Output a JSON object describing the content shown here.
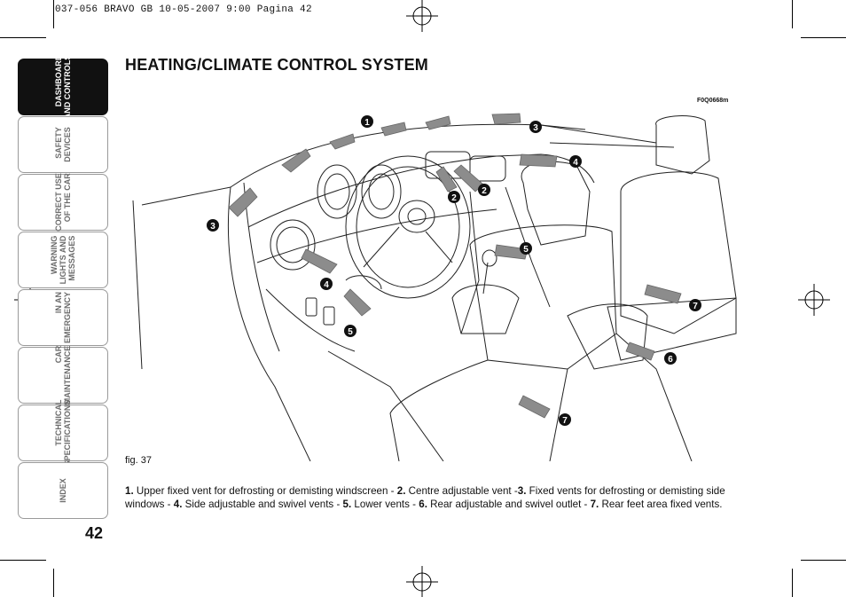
{
  "printer_header": "037-056 BRAVO GB   10-05-2007   9:00   Pagina 42",
  "tabs": [
    {
      "label": "DASHBOARD\nAND CONTROLS",
      "active": true
    },
    {
      "label": "SAFETY\nDEVICES",
      "active": false
    },
    {
      "label": "CORRECT USE\nOF THE CAR",
      "active": false
    },
    {
      "label": "WARNING\nLIGHTS AND\nMESSAGES",
      "active": false
    },
    {
      "label": "IN AN\nEMERGENCY",
      "active": false
    },
    {
      "label": "CAR\nMAINTENANCE",
      "active": false
    },
    {
      "label": "TECHNICAL\nSPECIFICATIONS",
      "active": false
    },
    {
      "label": "INDEX",
      "active": false
    }
  ],
  "page_number": "42",
  "title": "HEATING/CLIMATE CONTROL SYSTEM",
  "figure": {
    "code": "F0Q0668m",
    "caption": "fig. 37",
    "callouts": [
      "1",
      "2",
      "2",
      "3",
      "3",
      "4",
      "4",
      "5",
      "5",
      "6",
      "7",
      "7"
    ]
  },
  "legend": [
    {
      "num": "1.",
      "text": " Upper fixed vent for defrosting or demisting windscreen - "
    },
    {
      "num": "2.",
      "text": " Centre adjustable vent -"
    },
    {
      "num": "3.",
      "text": " Fixed vents for defrosting or demisting side windows - "
    },
    {
      "num": "4.",
      "text": " Side adjustable and swivel vents - "
    },
    {
      "num": "5.",
      "text": " Lower vents - "
    },
    {
      "num": "6.",
      "text": " Rear adjustable and swivel outlet - "
    },
    {
      "num": "7.",
      "text": " Rear feet area fixed vents."
    }
  ],
  "colors": {
    "tab_active": "#111111",
    "tab_border": "#9a9a9a",
    "arrow_fill": "#8c8c8c",
    "callout_bg": "#111111"
  }
}
